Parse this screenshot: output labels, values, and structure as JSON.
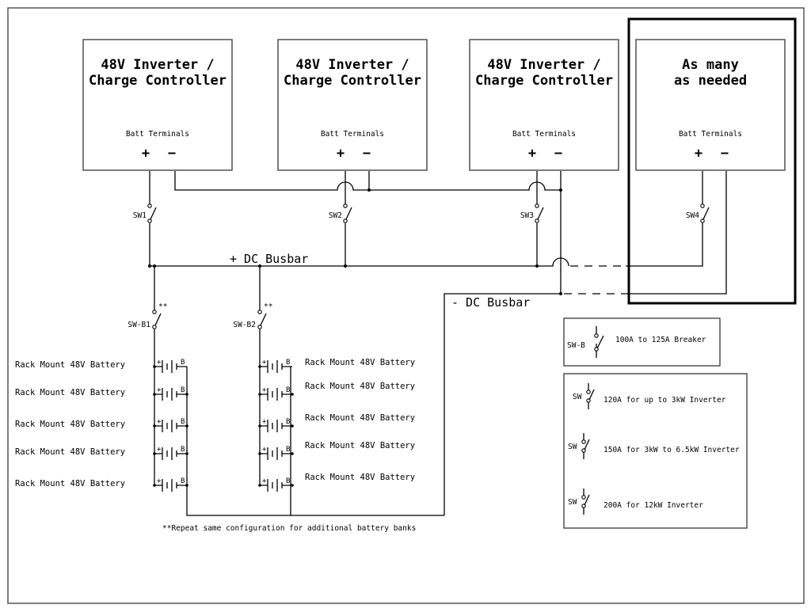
{
  "diagram": {
    "inverters": [
      {
        "id": "inv1",
        "title_line1": "48V Inverter /",
        "title_line2": "Charge Controller",
        "terminals_label": "Batt Terminals",
        "plus": "+",
        "minus": "−",
        "switch_label": "SW1"
      },
      {
        "id": "inv2",
        "title_line1": "48V Inverter /",
        "title_line2": "Charge Controller",
        "terminals_label": "Batt Terminals",
        "plus": "+",
        "minus": "−",
        "switch_label": "SW2"
      },
      {
        "id": "inv3",
        "title_line1": "48V Inverter /",
        "title_line2": "Charge Controller",
        "terminals_label": "Batt Terminals",
        "plus": "+",
        "minus": "−",
        "switch_label": "SW3"
      },
      {
        "id": "inv4",
        "title_line1": "As many",
        "title_line2": "as needed",
        "terminals_label": "Batt Terminals",
        "plus": "+",
        "minus": "−",
        "switch_label": "SW4"
      }
    ],
    "busbars": {
      "positive": "+ DC Busbar",
      "negative": "- DC Busbar"
    },
    "battery_banks": [
      {
        "breaker_label": "SW-B1",
        "marker": "**",
        "battery_labels": [
          "Rack Mount 48V Battery",
          "Rack Mount 48V Battery",
          "Rack Mount 48V Battery",
          "Rack Mount 48V Battery",
          "Rack Mount 48V Battery"
        ]
      },
      {
        "breaker_label": "SW-B2",
        "marker": "**",
        "battery_labels": [
          "Rack Mount 48V Battery",
          "Rack Mount 48V Battery",
          "Rack Mount 48V Battery",
          "Rack Mount 48V Battery",
          "Rack Mount 48V Battery"
        ]
      }
    ],
    "battery_symbol": {
      "plus": "+",
      "minus": "B"
    },
    "footnote": "**Repeat same configuration for additional battery banks",
    "legend_breaker": {
      "label": "SW-B",
      "text": "100A to 125A Breaker"
    },
    "legend_switches": [
      {
        "label": "SW",
        "text": "120A for up to 3kW Inverter"
      },
      {
        "label": "SW",
        "text": "150A for 3kW to 6.5kW Inverter"
      },
      {
        "label": "SW",
        "text": "200A for 12kW Inverter"
      }
    ]
  }
}
